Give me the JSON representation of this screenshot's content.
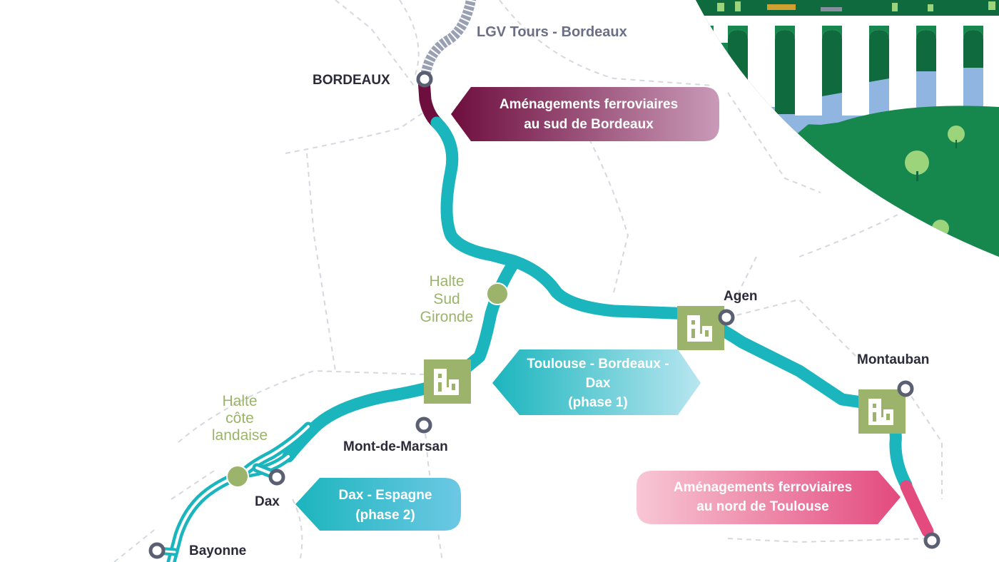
{
  "map": {
    "lgv_label": "LGV Tours - Bordeaux",
    "cities": {
      "bordeaux": "BORDEAUX",
      "agen": "Agen",
      "montauban": "Montauban",
      "mont_de_marsan": "Mont-de-Marsan",
      "dax": "Dax",
      "bayonne": "Bayonne"
    },
    "haltes": {
      "sud_gironde": [
        "Halte",
        "Sud",
        "Gironde"
      ],
      "cote_landaise": [
        "Halte",
        "côte",
        "landaise"
      ]
    },
    "banners": {
      "bordeaux_south": [
        "Aménagements ferroviaires",
        "au sud de Bordeaux"
      ],
      "phase1": [
        "Toulouse - Bordeaux -",
        "Dax",
        "(phase 1)"
      ],
      "phase2": [
        "Dax - Espagne",
        "(phase 2)"
      ],
      "toulouse_north": [
        "Aménagements ferroviaires",
        "au nord de Toulouse"
      ]
    },
    "colors": {
      "line_teal": "#1bb5bd",
      "bordeaux_segment": "#6e0e3e",
      "toulouse_segment": "#e34a7e",
      "lgv_gray": "#9aa0b4",
      "halte_green": "#9bb36a",
      "station_square": "#9bb36a",
      "forest_green": "#16884e",
      "viaduct_green": "#0f6a3d",
      "river_blue": "#8fb5e0"
    },
    "icons": {
      "station_symbol": "train-station-icon",
      "city_marker": "city-marker-icon",
      "halte_marker": "halte-marker-icon"
    }
  }
}
